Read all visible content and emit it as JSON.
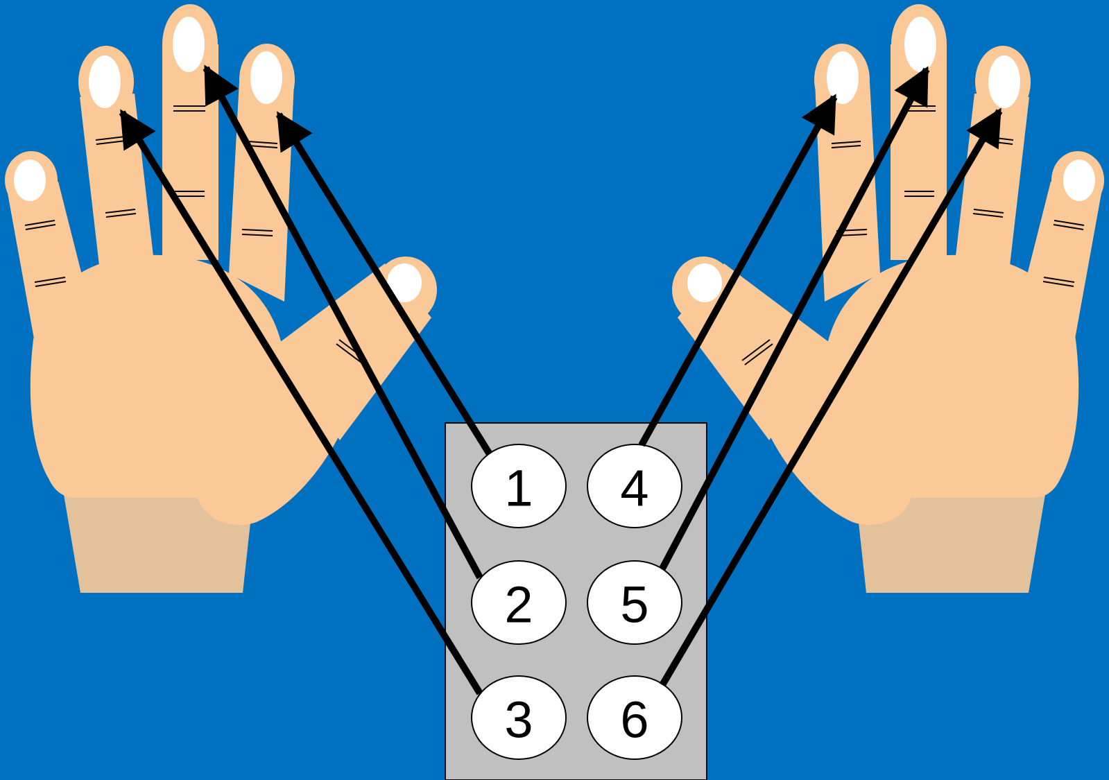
{
  "colors": {
    "background": "#0070c0",
    "skin": "#fbc997",
    "wrist": "#e3c19b",
    "nail": "#ffffff",
    "cell": "#c0c0c0",
    "dot": "#ffffff",
    "arrow": "#000000"
  },
  "braille_cell": {
    "dots": [
      {
        "label": "1",
        "finger": "left-index"
      },
      {
        "label": "2",
        "finger": "left-middle"
      },
      {
        "label": "3",
        "finger": "left-ring"
      },
      {
        "label": "4",
        "finger": "right-index"
      },
      {
        "label": "5",
        "finger": "right-middle"
      },
      {
        "label": "6",
        "finger": "right-ring"
      }
    ]
  }
}
